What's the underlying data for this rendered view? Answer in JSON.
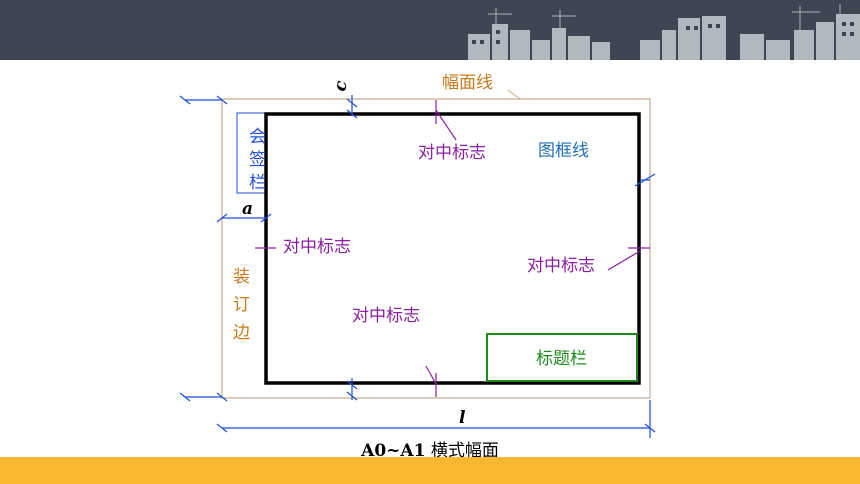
{
  "colors": {
    "header_bg": "#3d4652",
    "footer_bg": "#f7b731",
    "sheet_outline": "#c9a88a",
    "frame_line": "#000000",
    "center_mark": "#8a1fa0",
    "border_blue": "#1f4fd6",
    "title_block": "#1c8a1c",
    "binding_orange": "#c77a1b",
    "frame_label_blue": "#1f6fb8"
  },
  "labels": {
    "sheet_line": "幅面线",
    "frame_line": "图框线",
    "center_top": "对中标志",
    "center_left": "对中标志",
    "center_right": "对中标志",
    "center_bottom": "对中标志",
    "title_block": "标题栏",
    "sign_box": [
      "会",
      "签",
      "栏"
    ],
    "binding_edge": [
      "装",
      "订",
      "边"
    ],
    "dim_c": "c",
    "dim_a": "a",
    "dim_l": "l"
  },
  "caption": {
    "bold": "A0~A1",
    "rest": " 横式幅面"
  }
}
